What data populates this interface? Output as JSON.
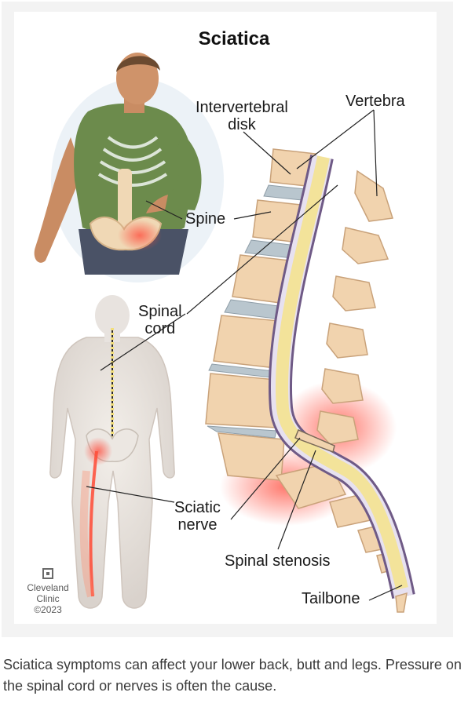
{
  "figure": {
    "title": "Sciatica",
    "labels": {
      "intervertebral_disk": "Intervertebral\ndisk",
      "vertebra": "Vertebra",
      "spine": "Spine",
      "spinal_cord": "Spinal\ncord",
      "sciatic_nerve": "Sciatic\nnerve",
      "spinal_stenosis": "Spinal stenosis",
      "tailbone": "Tailbone"
    },
    "logo": {
      "line1": "Cleveland",
      "line2": "Clinic",
      "copyright": "©2023"
    }
  },
  "caption": "Sciatica symptoms can affect your lower back, butt and legs. Pressure on the spinal cord or nerves is often the cause.",
  "colors": {
    "bone": "#f3d6b3",
    "disk": "#b7c4cc",
    "cord": "#f2e49a",
    "inflamed": "#ff5a4a",
    "shirt": "#6a8a4a"
  }
}
